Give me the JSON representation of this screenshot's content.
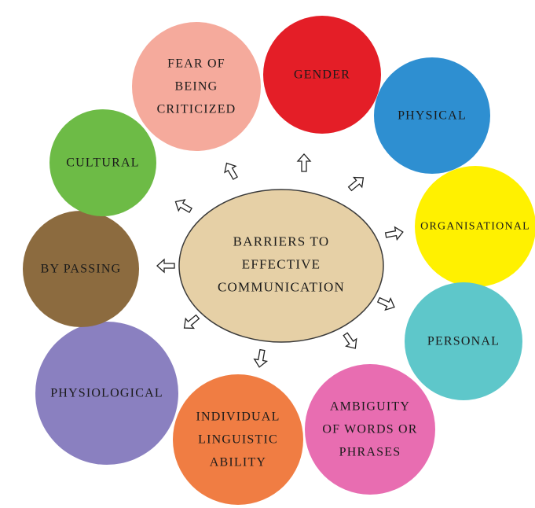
{
  "center": {
    "lines": [
      "BARRIERS TO",
      "EFFECTIVE",
      "COMMUNICATION"
    ],
    "color": "#e6d0a6"
  },
  "barriers": [
    {
      "lines": [
        "FEAR OF",
        "BEING",
        "CRITICIZED"
      ],
      "color": "#f5aa9c"
    },
    {
      "lines": [
        "GENDER"
      ],
      "color": "#e41e27"
    },
    {
      "lines": [
        "PHYSICAL"
      ],
      "color": "#2e8fd1"
    },
    {
      "lines": [
        "ORGANISATIONAL"
      ],
      "color": "#fff100"
    },
    {
      "lines": [
        "PERSONAL"
      ],
      "color": "#5ec7ca"
    },
    {
      "lines": [
        "AMBIGUITY",
        "OF WORDS OR",
        "PHRASES"
      ],
      "color": "#e86db1"
    },
    {
      "lines": [
        "INDIVIDUAL",
        "LINGUISTIC",
        "ABILITY"
      ],
      "color": "#f07d43"
    },
    {
      "lines": [
        "PHYSIOLOGICAL"
      ],
      "color": "#8a80c0"
    },
    {
      "lines": [
        "BY PASSING"
      ],
      "color": "#8c6b3f"
    },
    {
      "lines": [
        "CULTURAL"
      ],
      "color": "#6dbb46"
    }
  ]
}
